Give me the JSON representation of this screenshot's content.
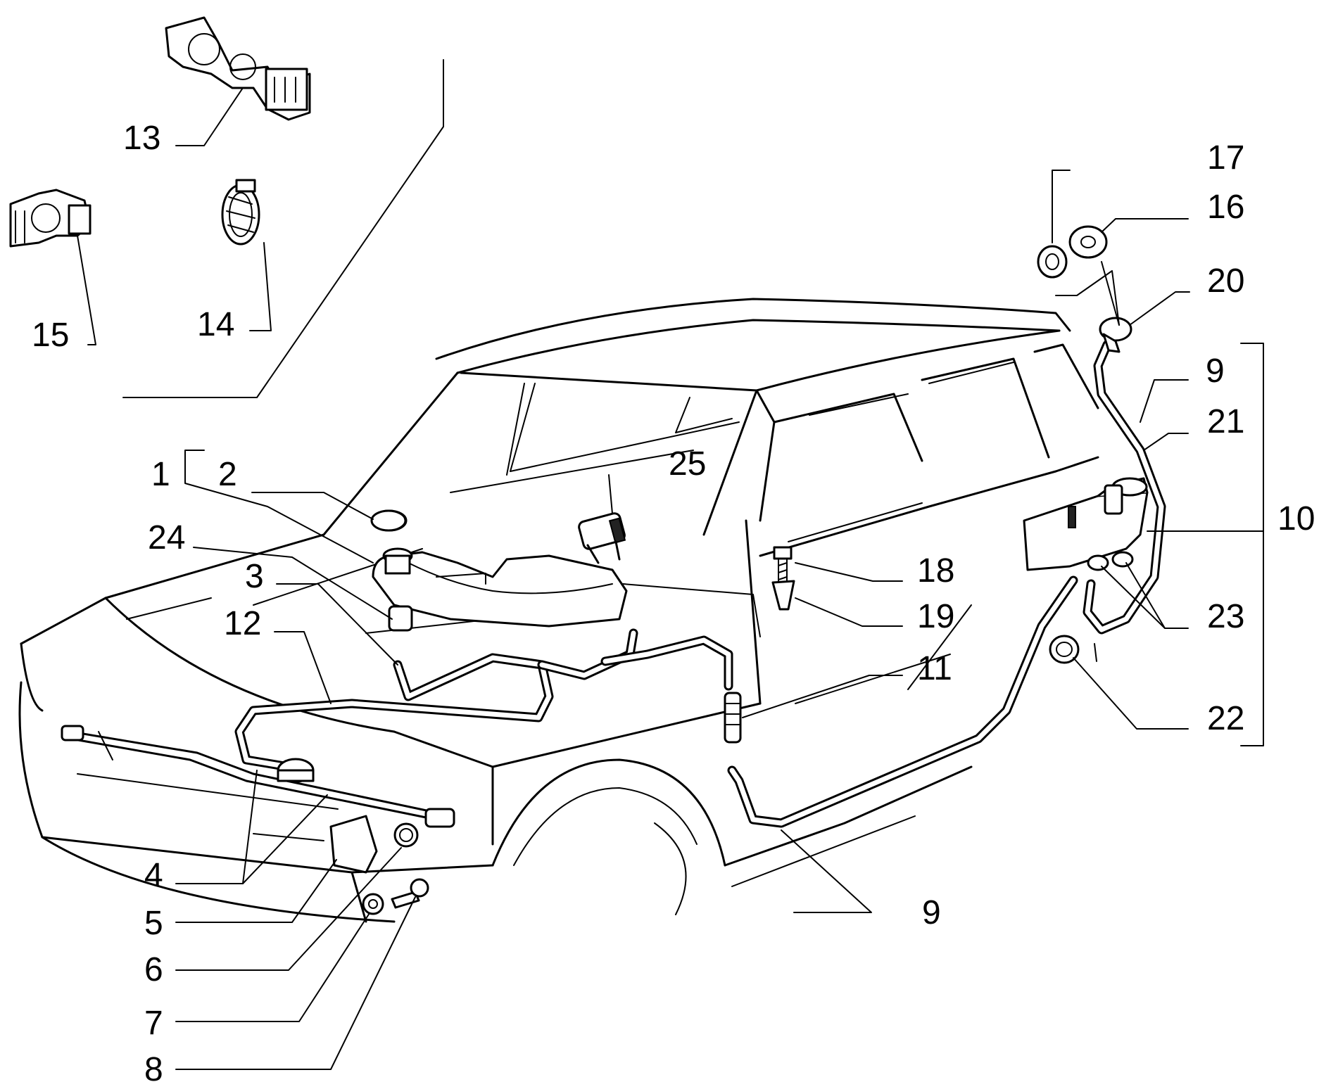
{
  "labels": {
    "l1": "1",
    "l2": "2",
    "l3": "3",
    "l4": "4",
    "l5": "5",
    "l6": "6",
    "l7": "7",
    "l8": "8",
    "l9a": "9",
    "l9b": "9",
    "l10": "10",
    "l11": "11",
    "l12": "12",
    "l13": "13",
    "l14": "14",
    "l15": "15",
    "l16": "16",
    "l17": "17",
    "l18": "18",
    "l19": "19",
    "l20": "20",
    "l21": "21",
    "l22": "22",
    "l23": "23",
    "l24": "24",
    "l25": "25"
  }
}
